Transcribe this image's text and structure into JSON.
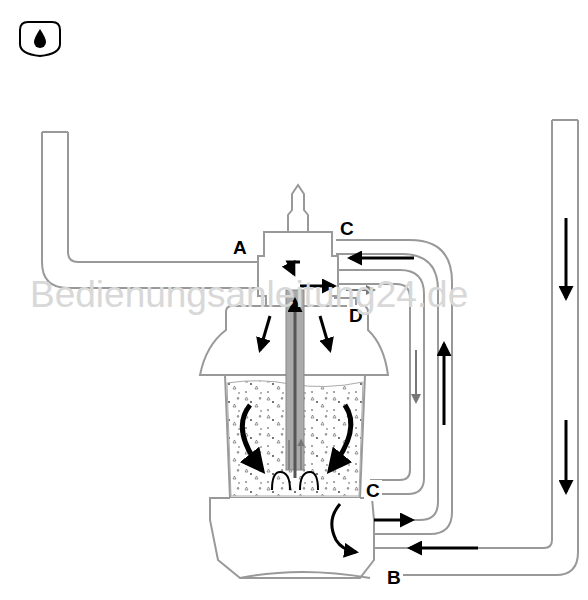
{
  "diagram": {
    "labels": [
      "A",
      "C",
      "D",
      "C",
      "B",
      "Bedienungsanleitung24.de"
    ]
  }
}
